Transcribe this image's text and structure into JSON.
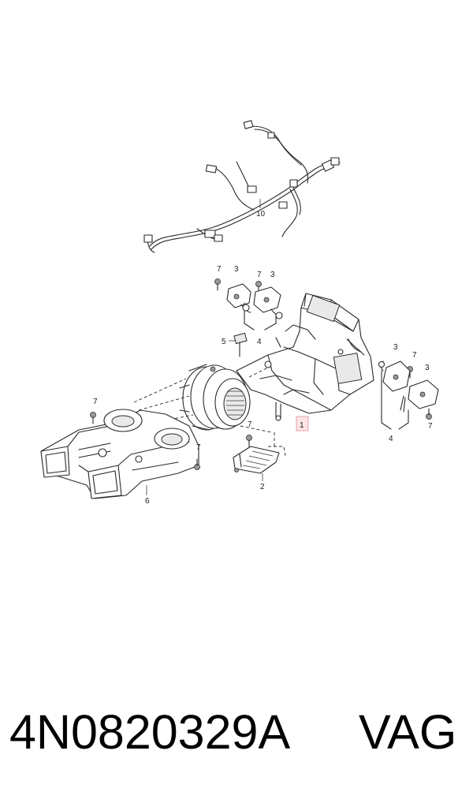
{
  "diagram": {
    "callouts": {
      "c1": "1",
      "c2": "2",
      "c3a": "3",
      "c3b": "3",
      "c3c": "3",
      "c3d": "3",
      "c4a": "4",
      "c4b": "4",
      "c5": "5",
      "c6": "6",
      "c7a": "7",
      "c7b": "7",
      "c7c": "7",
      "c7d": "7",
      "c7e": "7",
      "c7f": "7",
      "c7g": "7",
      "c10": "10"
    },
    "highlight_color": "#fde4e6"
  },
  "footer": {
    "part_number": "4N0820329A",
    "brand": "VAG"
  }
}
